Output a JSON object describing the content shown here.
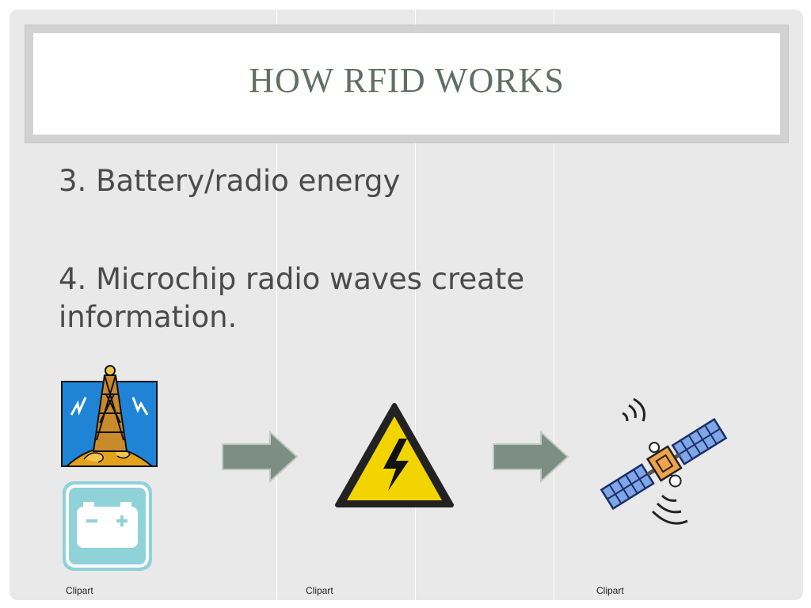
{
  "slide": {
    "title": "HOW RFID WORKS",
    "bullets": [
      "3. Battery/radio energy",
      "4. Microchip radio waves create information."
    ],
    "captions": [
      "Clipart",
      "Clipart",
      "Clipart"
    ]
  },
  "clipart": {
    "radio_tower": "radio-tower-icon",
    "battery": "battery-icon",
    "arrow": "arrow-right-icon",
    "high_voltage": "high-voltage-warning-icon",
    "satellite": "satellite-icon"
  },
  "colors": {
    "title_text": "#5f6f63",
    "body_text": "#4a4a4a",
    "arrow_fill": "#7d8f84",
    "warning_yellow": "#f2d500"
  }
}
